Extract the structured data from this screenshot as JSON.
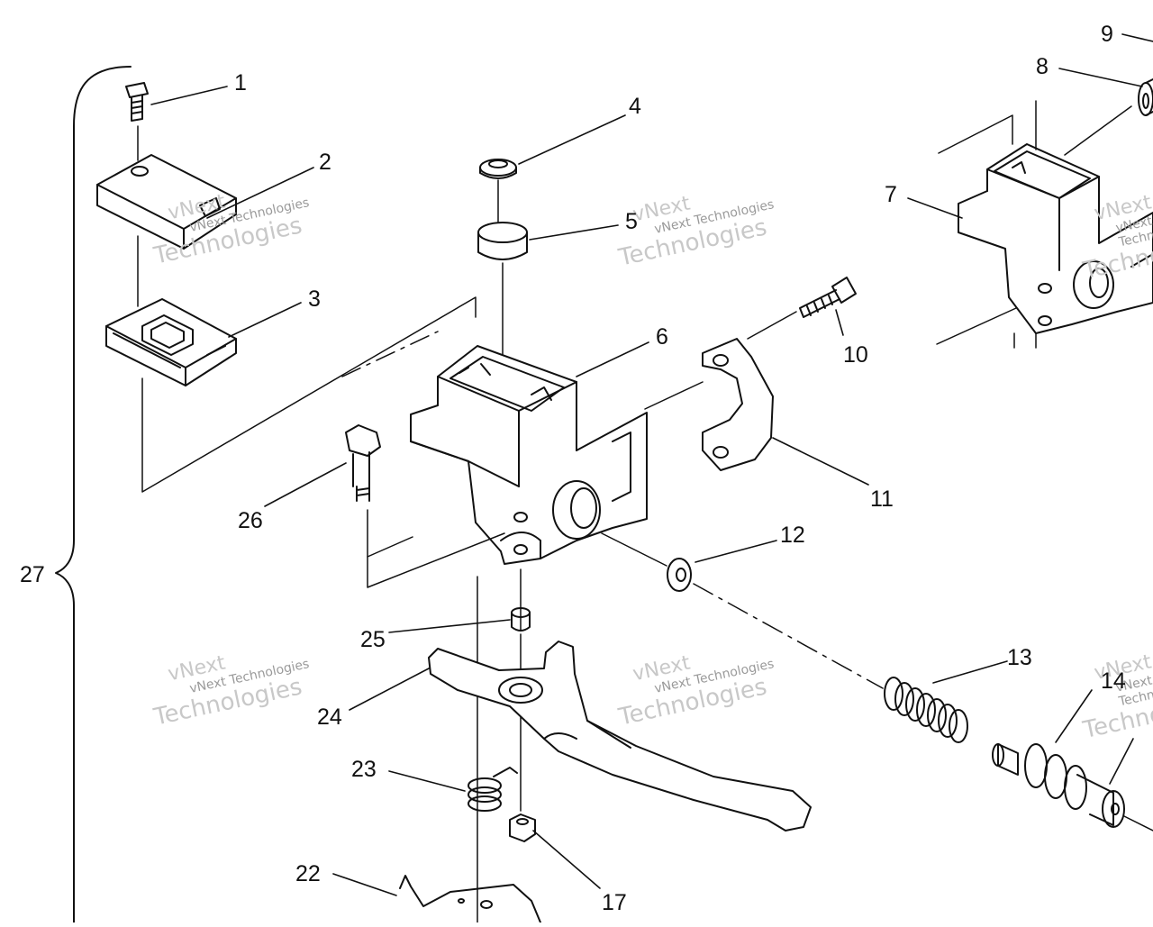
{
  "callouts": [
    {
      "id": "1",
      "text": "1"
    },
    {
      "id": "2",
      "text": "2"
    },
    {
      "id": "3",
      "text": "3"
    },
    {
      "id": "4",
      "text": "4"
    },
    {
      "id": "5",
      "text": "5"
    },
    {
      "id": "6",
      "text": "6"
    },
    {
      "id": "7",
      "text": "7"
    },
    {
      "id": "8",
      "text": "8"
    },
    {
      "id": "9",
      "text": "9"
    },
    {
      "id": "10",
      "text": "10"
    },
    {
      "id": "11",
      "text": "11"
    },
    {
      "id": "12",
      "text": "12"
    },
    {
      "id": "13",
      "text": "13"
    },
    {
      "id": "14",
      "text": "14"
    },
    {
      "id": "17",
      "text": "17"
    },
    {
      "id": "22",
      "text": "22"
    },
    {
      "id": "23",
      "text": "23"
    },
    {
      "id": "24",
      "text": "24"
    },
    {
      "id": "25",
      "text": "25"
    },
    {
      "id": "26",
      "text": "26"
    },
    {
      "id": "27",
      "text": "27"
    }
  ],
  "watermark": {
    "line1": "vNext",
    "line2": "vNext Technologies",
    "line3": "Technologies"
  },
  "colors": {
    "line": "#111111",
    "part_fill": "#ffffff",
    "watermark": "#c8c8c8"
  }
}
